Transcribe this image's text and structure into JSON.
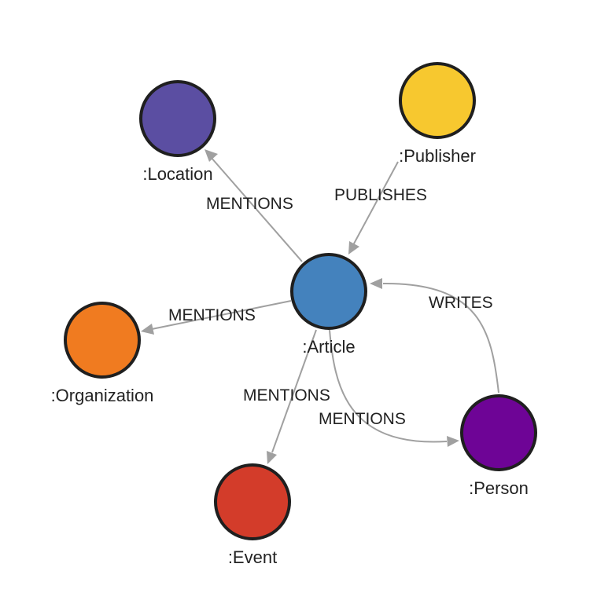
{
  "nodes": {
    "location": {
      "label": ":Location",
      "color": "#5b4ea2"
    },
    "publisher": {
      "label": ":Publisher",
      "color": "#f7c82f"
    },
    "article": {
      "label": ":Article",
      "color": "#4482bd"
    },
    "organization": {
      "label": ":Organization",
      "color": "#f07b20"
    },
    "event": {
      "label": ":Event",
      "color": "#d33c2a"
    },
    "person": {
      "label": ":Person",
      "color": "#6e0496"
    }
  },
  "edges": {
    "mentions_location": {
      "label": "MENTIONS",
      "from": ":Article",
      "to": ":Location"
    },
    "publishes": {
      "label": "PUBLISHES",
      "from": ":Publisher",
      "to": ":Article"
    },
    "mentions_organization": {
      "label": "MENTIONS",
      "from": ":Article",
      "to": ":Organization"
    },
    "writes": {
      "label": "WRITES",
      "from": ":Person",
      "to": ":Article"
    },
    "mentions_event": {
      "label": "MENTIONS",
      "from": ":Article",
      "to": ":Event"
    },
    "mentions_person": {
      "label": "MENTIONS",
      "from": ":Article",
      "to": ":Person"
    }
  },
  "colors": {
    "edge": "#a0a0a0",
    "node_stroke": "#1f1f1f"
  }
}
